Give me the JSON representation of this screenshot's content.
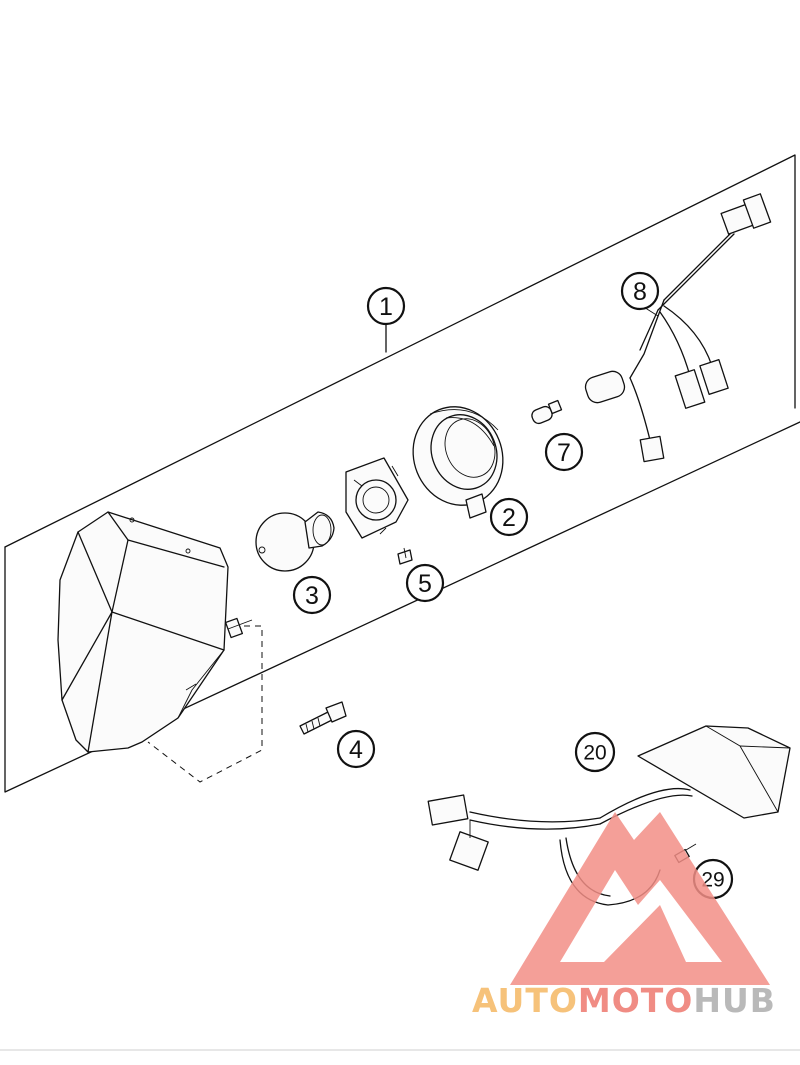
{
  "callouts": [
    {
      "label": "1"
    },
    {
      "label": "2"
    },
    {
      "label": "3"
    },
    {
      "label": "4"
    },
    {
      "label": "5"
    },
    {
      "label": "7"
    },
    {
      "label": "8"
    },
    {
      "label": "20"
    },
    {
      "label": "29"
    }
  ],
  "watermark": {
    "part_auto": "AUTO",
    "part_moto": "MOTO",
    "part_hub": "HUB",
    "colors": {
      "auto": "#f6c27a",
      "moto": "#f08c84",
      "hub": "#b9b9b9",
      "logo": "#f28e86"
    }
  }
}
